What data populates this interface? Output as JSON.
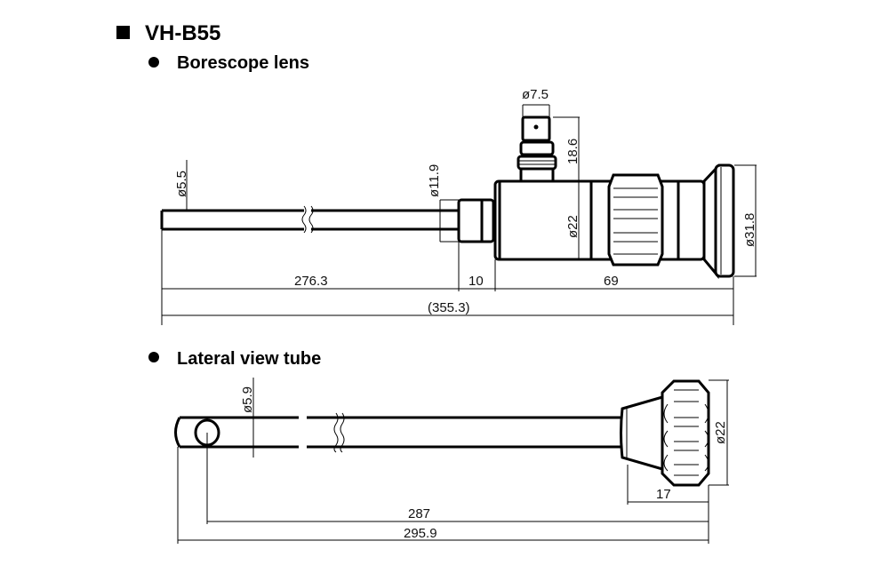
{
  "title": "VH-B55",
  "sections": [
    {
      "label": "Borescope lens",
      "dims": {
        "shaft_dia": "ø5.5",
        "connector_dia": "ø11.9",
        "port_dia": "ø7.5",
        "port_height": "18.6",
        "body_dia": "ø22",
        "eyepiece_dia": "ø31.8",
        "shaft_len": "276.3",
        "connector_len": "10",
        "body_len": "69",
        "total_len": "(355.3)"
      }
    },
    {
      "label": "Lateral view tube",
      "dims": {
        "tube_dia": "ø5.9",
        "knob_dia": "ø22",
        "knob_len": "17",
        "working_len": "287",
        "total_len": "295.9"
      }
    }
  ]
}
